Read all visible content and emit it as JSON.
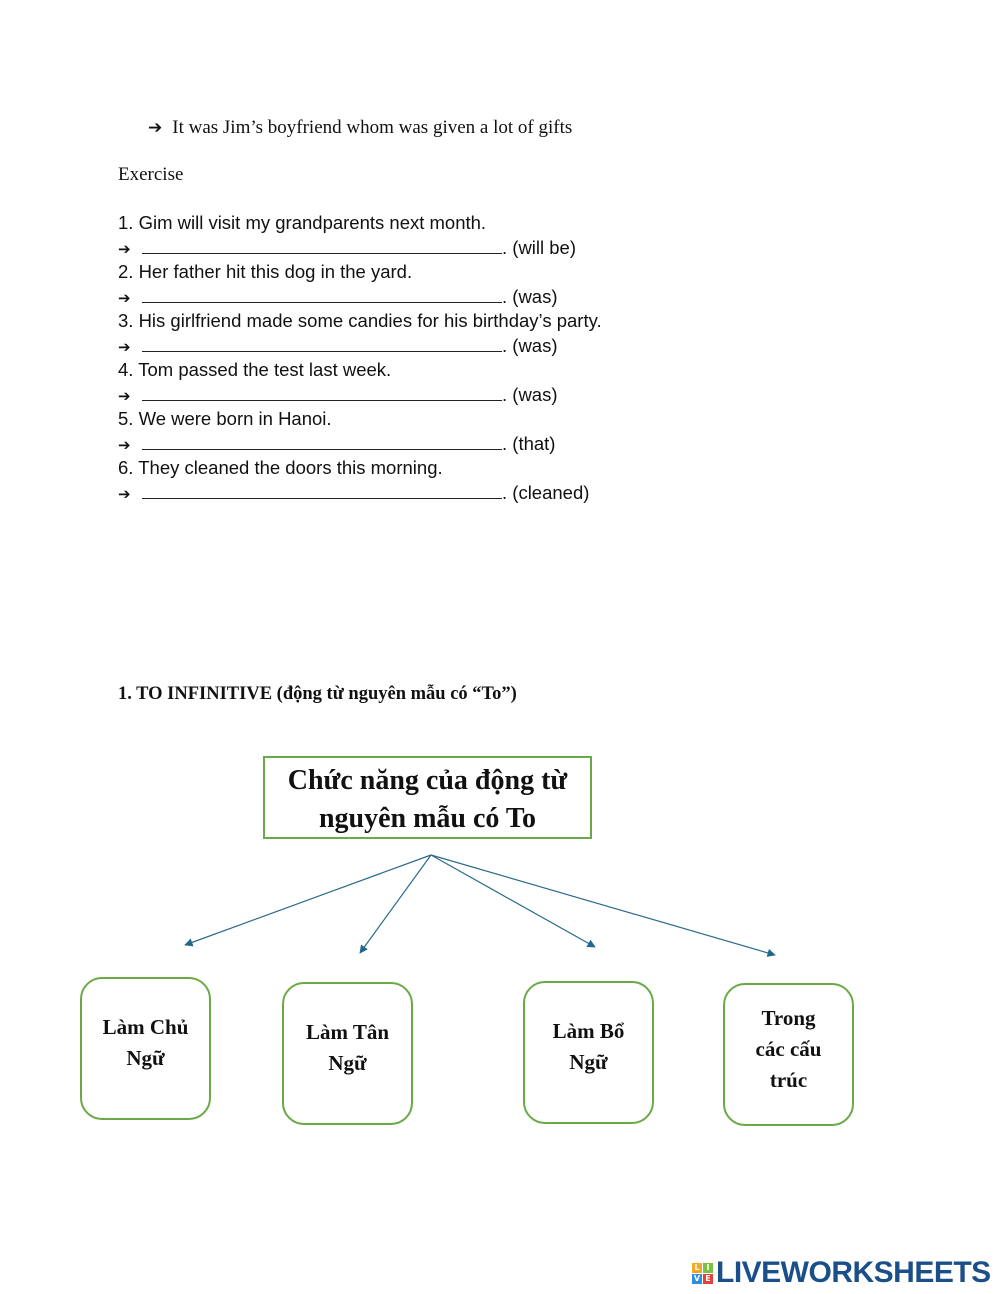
{
  "example": {
    "arrow": "➔",
    "text": "It was Jim’s boyfriend whom was given a lot of gifts"
  },
  "exercise_title": "Exercise",
  "exercises": [
    {
      "question": "1. Gim will visit my grandparents next month.",
      "arrow": "➔",
      "hint": ". (will be)",
      "answer": ""
    },
    {
      "question": "2. Her father hit this dog in the yard.",
      "arrow": "➔",
      "hint": ". (was)",
      "answer": ""
    },
    {
      "question": "3. His girlfriend made some candies for his birthday’s party.",
      "arrow": "➔",
      "hint": ". (was)",
      "answer": ""
    },
    {
      "question": "4. Tom passed the test last week.",
      "arrow": "➔",
      "hint": ". (was)",
      "answer": ""
    },
    {
      "question": "5. We were born in Hanoi.",
      "arrow": "➔",
      "hint": ". (that)",
      "answer": ""
    },
    {
      "question": "6. They cleaned the doors this morning.",
      "arrow": "➔",
      "hint": ". (cleaned)",
      "answer": ""
    }
  ],
  "section_title": "1. TO INFINITIVE (động từ nguyên mẫu có “To”)",
  "diagram": {
    "root": {
      "line1": "Chức năng của động từ",
      "line2": "nguyên mẫu có To"
    },
    "nodes": [
      {
        "lines": [
          "Làm Chủ",
          "Ngữ"
        ]
      },
      {
        "lines": [
          "Làm Tân",
          "Ngữ"
        ]
      },
      {
        "lines": [
          "Làm Bổ",
          "Ngữ"
        ]
      },
      {
        "lines": [
          "Trong",
          "các cấu",
          "trúc"
        ]
      }
    ],
    "border_color": "#6aaa46",
    "arrow_color": "#2a6a8a"
  },
  "logo": {
    "letters": [
      "L",
      "I",
      "V",
      "E"
    ],
    "letter_colors": [
      "#f5a623",
      "#7cc142",
      "#2f8fd8",
      "#e2403a"
    ],
    "text": "LIVEWORKSHEETS",
    "color": "#1b4f8a"
  }
}
